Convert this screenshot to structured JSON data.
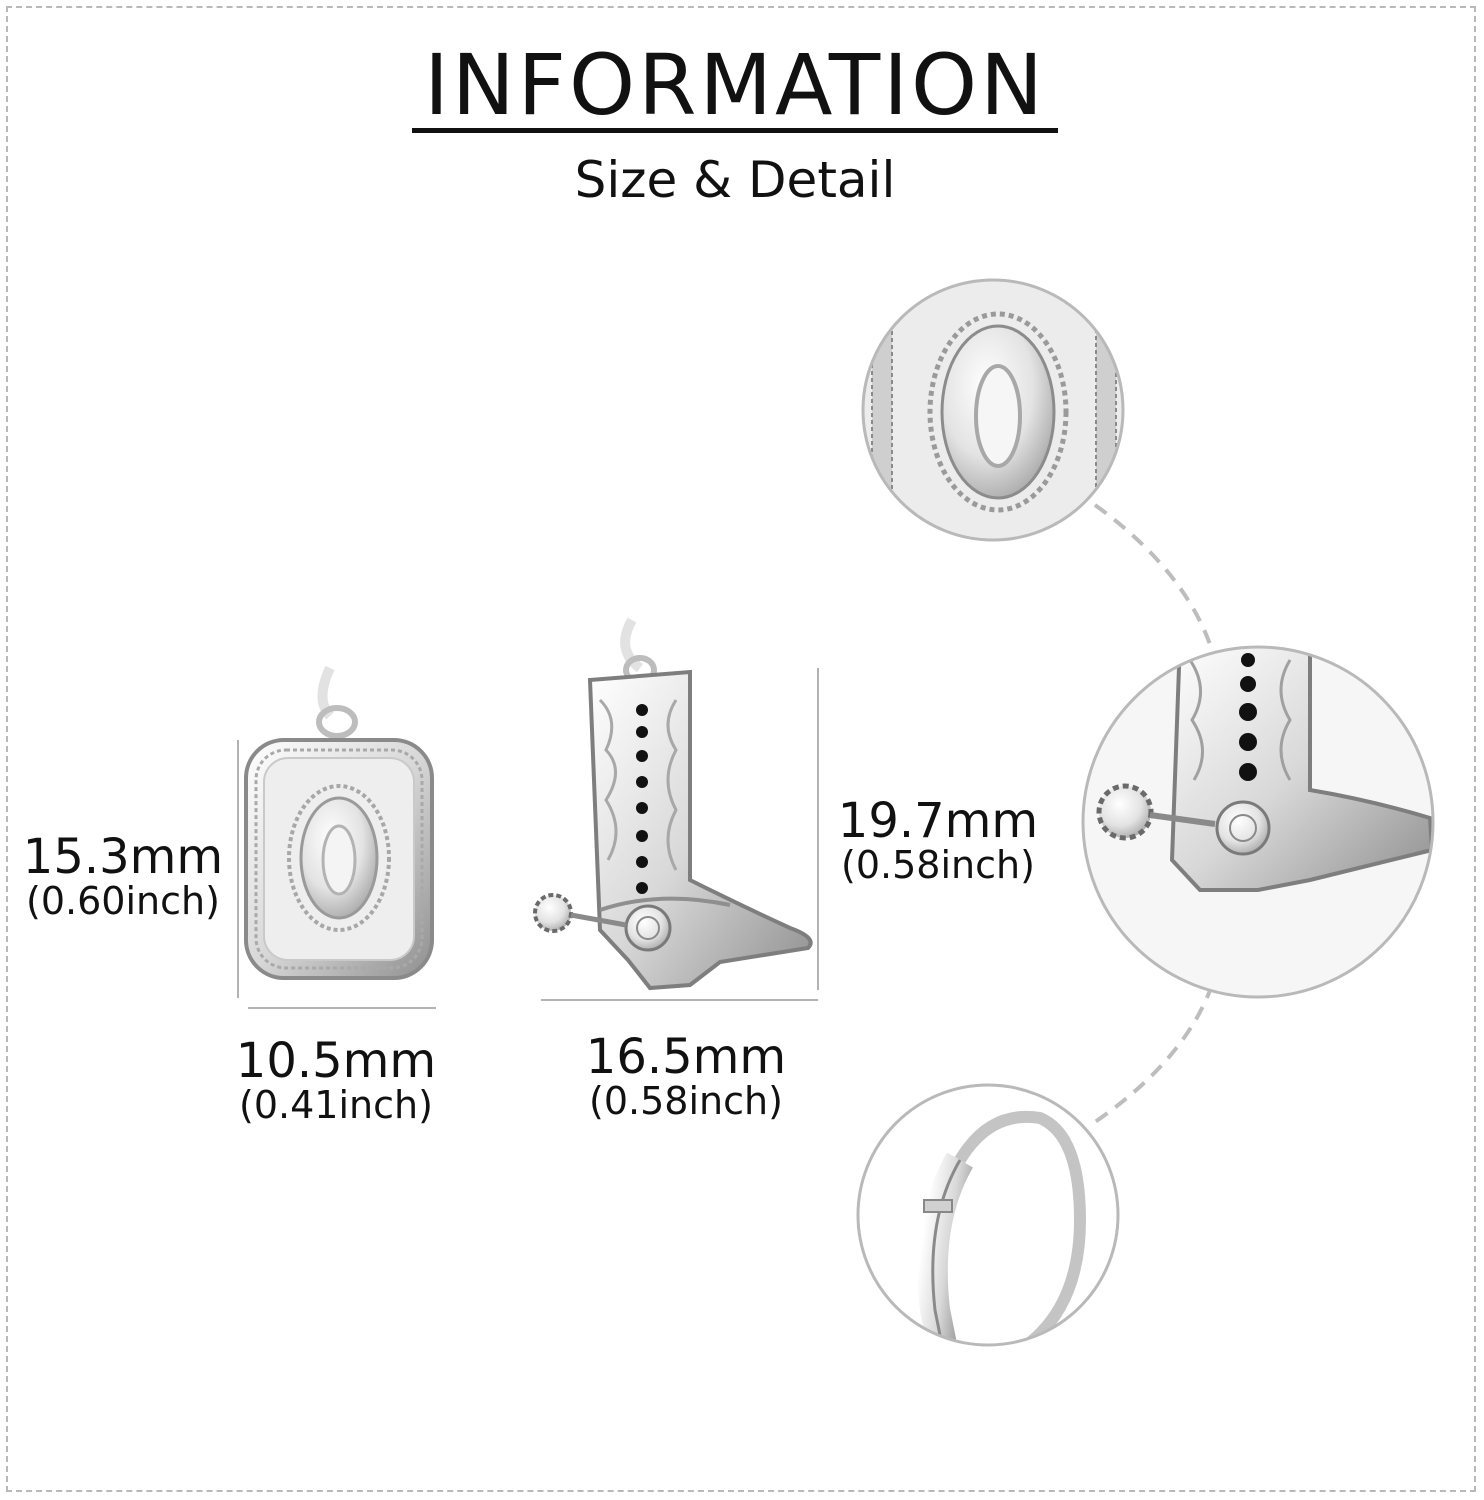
{
  "header": {
    "title": "INFORMATION",
    "subtitle": "Size & Detail"
  },
  "dimensions": {
    "hat_height": {
      "mm": "15.3mm",
      "inch": "(0.60inch)"
    },
    "hat_width": {
      "mm": "10.5mm",
      "inch": "(0.41inch)"
    },
    "boot_width": {
      "mm": "16.5mm",
      "inch": "(0.58inch)"
    },
    "boot_height": {
      "mm": "19.7mm",
      "inch": "(0.58inch)"
    }
  },
  "colors": {
    "silver_light": "#eeeeee",
    "silver_mid": "#c8c8c8",
    "silver_dark": "#8a8a8a",
    "stone": "#111111",
    "dash": "#bdbdbd"
  }
}
